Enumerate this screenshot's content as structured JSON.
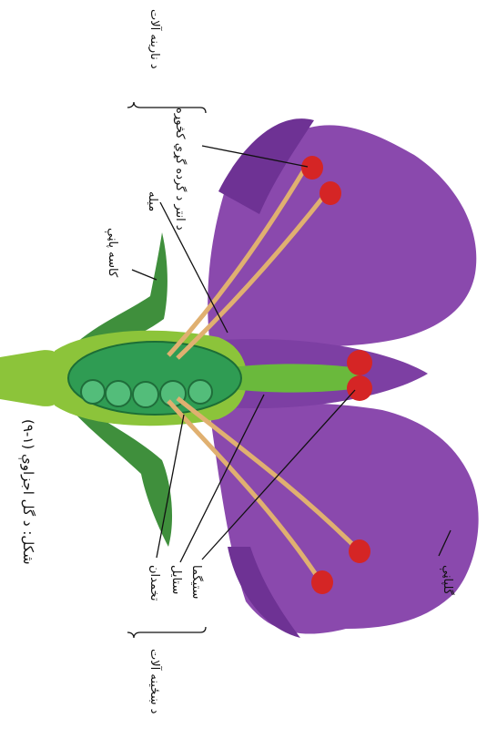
{
  "figure": {
    "caption": "(۹-۱) شکل: د گل اجزاوې",
    "groups": {
      "male": "د نارینه آلات",
      "female": "د ښځینه آلات"
    },
    "labels": {
      "anther": "د انتر د گرده گړي کڅوړه",
      "filament": "میله",
      "sepal": "کاسه پاڼې",
      "stigma": "ستیگما",
      "style": "ستایل",
      "ovary": "تخمدان",
      "petal": "گلپاڼې"
    },
    "colors": {
      "petal": "#8a49ad",
      "petal_dark": "#6e3294",
      "sepal": "#3f8f3c",
      "receptacle": "#8cc43a",
      "ovary": "#2f9c53",
      "ovule": "#53bd7a",
      "stamen": "#e0b070",
      "anther": "#d52525"
    }
  }
}
